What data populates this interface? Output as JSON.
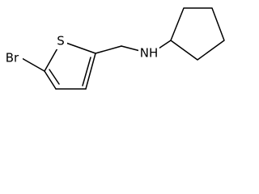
{
  "molecule": {
    "atoms": {
      "bromine": "Br",
      "sulfur": "S",
      "amine": "NH"
    }
  }
}
